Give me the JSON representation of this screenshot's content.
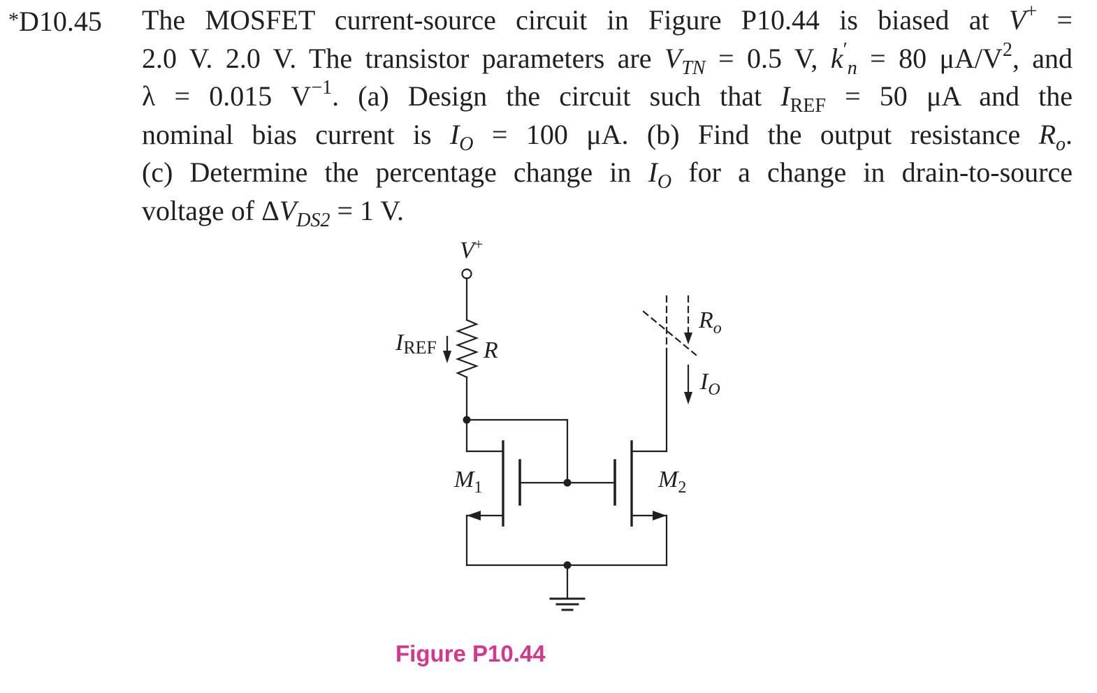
{
  "problem": {
    "number": "D10.45",
    "star": "*",
    "lines": [
      "The MOSFET current-source circuit in Figure P10.44 is biased at",
      "2.0 V. The transistor parameters are",
      "(a) Design the circuit such that",
      "nominal bias current is",
      "(c) Determine the percentage change in",
      "voltage of"
    ],
    "parts": {
      "vplus_value": "= 2.0 V.",
      "vtn": "= 0.5 V,",
      "kn": "= 80 μA/V",
      "lambda": "λ = 0.015 V",
      "iref_value": "= 50 μA and the",
      "io_value": "= 100 μA. (b) Find the output resistance",
      "io_change_tail": "for a change in drain-to-source",
      "dvds_value": "= 1 V."
    }
  },
  "figure": {
    "caption": "Figure P10.44",
    "labels": {
      "supply": "V",
      "supply_sup": "+",
      "ref_current": "I",
      "ref_current_sub": "REF",
      "resistor": "R",
      "output_resistance": "R",
      "output_resistance_sub": "o",
      "output_current": "I",
      "output_current_sub": "O",
      "m1": "M",
      "m1_sub": "1",
      "m2": "M",
      "m2_sub": "2"
    }
  }
}
